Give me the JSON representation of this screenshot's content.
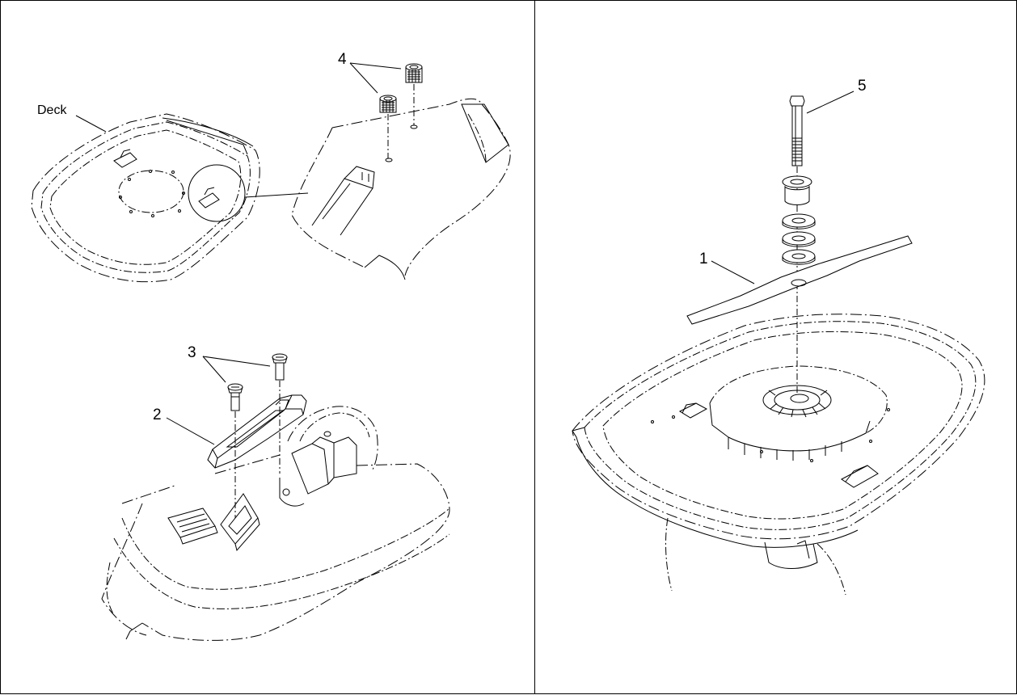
{
  "labels": {
    "deck": "Deck",
    "item1": "1",
    "item2": "2",
    "item3": "3",
    "item4": "4",
    "item5": "5"
  },
  "colors": {
    "ink": "#000000",
    "paper": "#ffffff"
  }
}
